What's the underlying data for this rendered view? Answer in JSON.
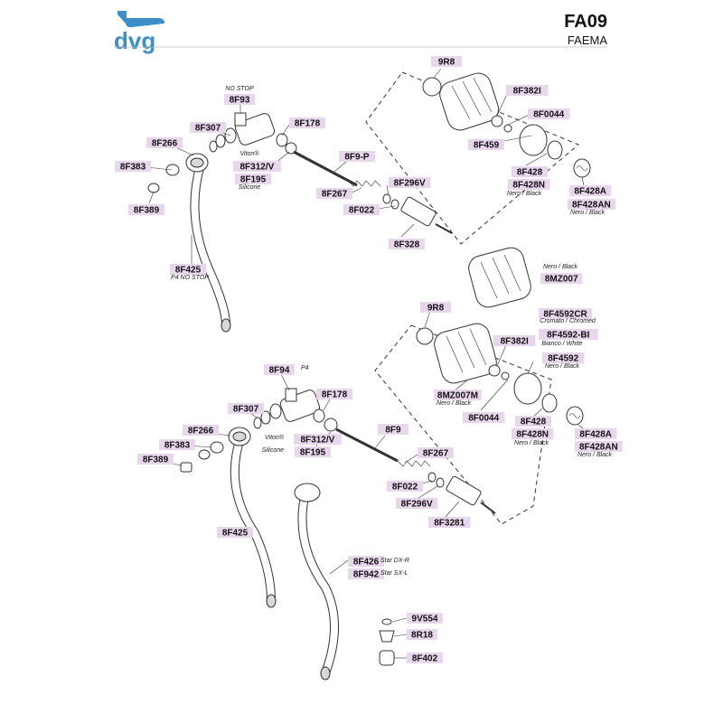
{
  "header": {
    "brand": "dvg",
    "model_code": "FA09",
    "manufacturer": "FAEMA"
  },
  "parts": [
    {
      "id": "p1",
      "code": "8F93",
      "note": "NO STOP"
    },
    {
      "id": "p2",
      "code": "8F307"
    },
    {
      "id": "p3",
      "code": "8F178"
    },
    {
      "id": "p4",
      "code": "8F266"
    },
    {
      "id": "p5",
      "code": "8F383"
    },
    {
      "id": "p6",
      "code": "8F312/V",
      "note": "Viton®"
    },
    {
      "id": "p7",
      "code": "8F195",
      "note": "Silicone"
    },
    {
      "id": "p8",
      "code": "8F389"
    },
    {
      "id": "p9",
      "code": "8F9-P"
    },
    {
      "id": "p10",
      "code": "8F267"
    },
    {
      "id": "p11",
      "code": "8F296V"
    },
    {
      "id": "p12",
      "code": "8F022"
    },
    {
      "id": "p13",
      "code": "8F328"
    },
    {
      "id": "p14",
      "code": "8F425",
      "note": "P4 NO STOP"
    },
    {
      "id": "p15",
      "code": "9R8"
    },
    {
      "id": "p16",
      "code": "8F382I"
    },
    {
      "id": "p17",
      "code": "8F0044"
    },
    {
      "id": "p18",
      "code": "8F459"
    },
    {
      "id": "p19",
      "code": "8F428"
    },
    {
      "id": "p20",
      "code": "8F428N",
      "note": "Nero / Black"
    },
    {
      "id": "p21",
      "code": "8F428A"
    },
    {
      "id": "p22",
      "code": "8F428AN",
      "note": "Nero / Black"
    },
    {
      "id": "p23",
      "code": "8MZ007",
      "note": "Nero / Black"
    },
    {
      "id": "p24",
      "code": "9R8"
    },
    {
      "id": "p25",
      "code": "8F4592CR",
      "note": "Cromato / Chromed"
    },
    {
      "id": "p26",
      "code": "8F4592-BI",
      "note": "Bianco / White"
    },
    {
      "id": "p27",
      "code": "8F4592",
      "note": "Nero / Black"
    },
    {
      "id": "p28",
      "code": "8F382I"
    },
    {
      "id": "p29",
      "code": "8MZ007M",
      "note": "Nero / Black"
    },
    {
      "id": "p30",
      "code": "8F0044"
    },
    {
      "id": "p31",
      "code": "8F428"
    },
    {
      "id": "p32",
      "code": "8F428N",
      "note": "Nero / Black"
    },
    {
      "id": "p33",
      "code": "8F428A"
    },
    {
      "id": "p34",
      "code": "8F428AN",
      "note": "Nero / Black"
    },
    {
      "id": "p35",
      "code": "8F94",
      "note": "P4"
    },
    {
      "id": "p36",
      "code": "8F307"
    },
    {
      "id": "p37",
      "code": "8F178"
    },
    {
      "id": "p38",
      "code": "8F266"
    },
    {
      "id": "p39",
      "code": "8F383"
    },
    {
      "id": "p40",
      "code": "8F389"
    },
    {
      "id": "p41",
      "code": "8F312/V",
      "note": "Viton®"
    },
    {
      "id": "p42",
      "code": "8F195",
      "note": "Silicone"
    },
    {
      "id": "p43",
      "code": "8F9"
    },
    {
      "id": "p44",
      "code": "8F267"
    },
    {
      "id": "p45",
      "code": "8F022"
    },
    {
      "id": "p46",
      "code": "8F296V"
    },
    {
      "id": "p47",
      "code": "8F3281"
    },
    {
      "id": "p48",
      "code": "8F425"
    },
    {
      "id": "p49",
      "code": "8F426",
      "note": "Star DX-R"
    },
    {
      "id": "p50",
      "code": "8F942",
      "note": "Star SX-L"
    },
    {
      "id": "p51",
      "code": "9V554"
    },
    {
      "id": "p52",
      "code": "8R18"
    },
    {
      "id": "p53",
      "code": "8F402"
    }
  ]
}
